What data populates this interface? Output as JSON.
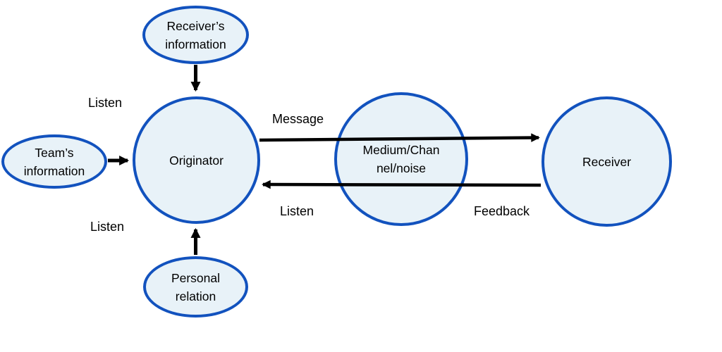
{
  "diagram": {
    "nodes": {
      "receivers_information": {
        "lines": [
          "Receiver’s",
          "information"
        ]
      },
      "teams_information": {
        "lines": [
          "Team’s",
          "information"
        ]
      },
      "originator": {
        "label": "Originator"
      },
      "medium_channel_noise": {
        "lines": [
          "Medium/Chan",
          "nel/noise"
        ]
      },
      "receiver": {
        "label": "Receiver"
      },
      "personal_relation": {
        "lines": [
          "Personal",
          "relation"
        ]
      }
    },
    "labels": {
      "listen_top": "Listen",
      "listen_bottom": "Listen",
      "message": "Message",
      "listen_return": "Listen",
      "feedback": "Feedback"
    },
    "colors": {
      "node_border": "#1252BE",
      "node_fill": "#E8F2F8",
      "arrow": "#000000",
      "text": "#000000",
      "background": "#FFFFFF"
    }
  }
}
